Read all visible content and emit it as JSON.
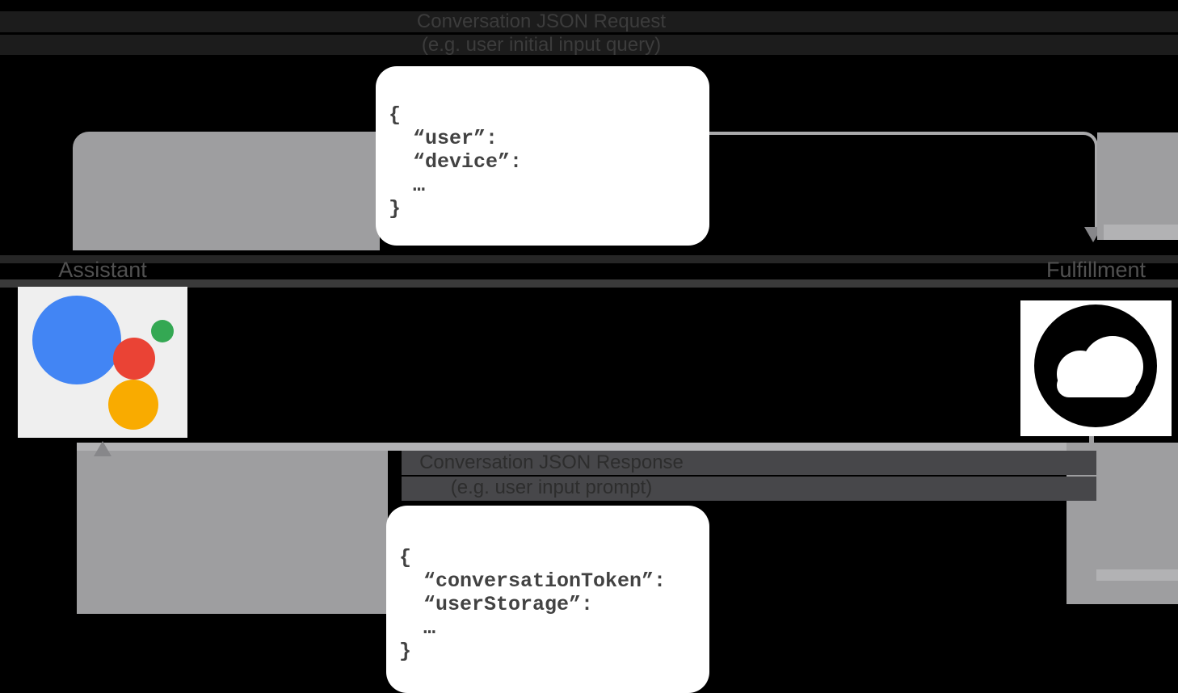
{
  "request": {
    "label_line1": "Conversation JSON Request",
    "label_line2": "(e.g. user initial input query)",
    "code_lines": [
      "{",
      "  “user”:",
      "  “device”:",
      "  …",
      "}"
    ]
  },
  "response": {
    "label_line1": "Conversation JSON Response",
    "label_line2": "(e.g. user input prompt)",
    "code_lines": [
      "{",
      "  “conversationToken”:",
      "  “userStorage”:",
      "  …",
      "}"
    ]
  },
  "nodes": {
    "assistant_label": "Assistant",
    "fulfillment_label": "Fulfillment"
  },
  "icons": {
    "assistant": "google-assistant-logo",
    "fulfillment": "cloud-icon",
    "request_arrow": "arrow-down-icon",
    "response_arrow": "arrow-up-icon"
  },
  "colors": {
    "background": "#000000",
    "arrow_band": "#9E9EA0",
    "arrow_band_light": "#B2B2B4",
    "arrowhead": "#87878A",
    "card_background": "#FFFFFF",
    "code_text": "#424242",
    "flow_label_text": "#3C3C3C",
    "node_label_text": "#515151",
    "assistant_blue": "#4285F4",
    "assistant_green": "#34A853",
    "assistant_red": "#EA4335",
    "assistant_yellow": "#F9AB00",
    "assistant_tile": "#EFEFEF",
    "fulfillment_tile": "#FFFFFF",
    "cloud_glyph": "#000000"
  }
}
